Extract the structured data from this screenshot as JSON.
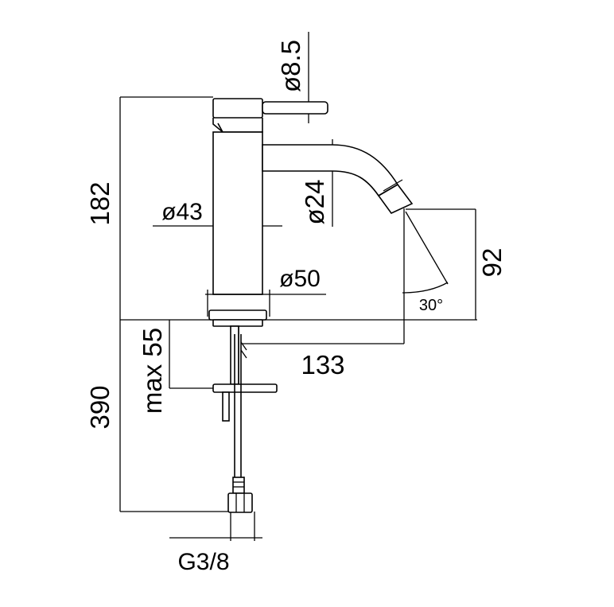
{
  "labels": {
    "dia_lever": "ø8.5",
    "height_top": "182",
    "dia_body": "ø43",
    "dia_spout": "ø24",
    "spout_height": "92",
    "dia_base": "ø50",
    "angle": "30°",
    "projection": "133",
    "max_thickness": "max 55",
    "hose_length": "390",
    "thread": "G3/8"
  }
}
